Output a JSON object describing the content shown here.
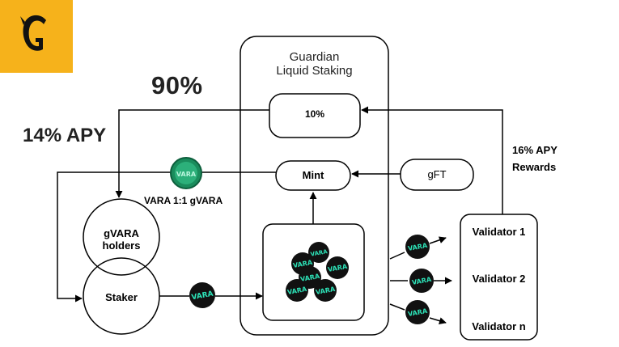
{
  "logo": {
    "letter": "G",
    "color": "#f6b21b"
  },
  "diagram": {
    "fee_split": "90%",
    "staker_apy": "14% APY",
    "rewards": [
      "16% APY",
      "Rewards"
    ],
    "exchange_ratio": "VARA 1:1 gVARA",
    "guardian": [
      "Guardian",
      "Liquid Staking"
    ],
    "fee_box": "10%",
    "mint_box": "Mint",
    "gft_box": "gFT",
    "holders": [
      "gVARA",
      "holders"
    ],
    "staker": "Staker",
    "validators": [
      "Validator 1",
      "Validator 2",
      "Validator n"
    ],
    "coin_text": "VARA",
    "colors": {
      "accent": "#f6b21b",
      "coin_text": "#2de3b8",
      "coin_bg": "#111111",
      "gvara_coin": "#1f9d68"
    }
  }
}
